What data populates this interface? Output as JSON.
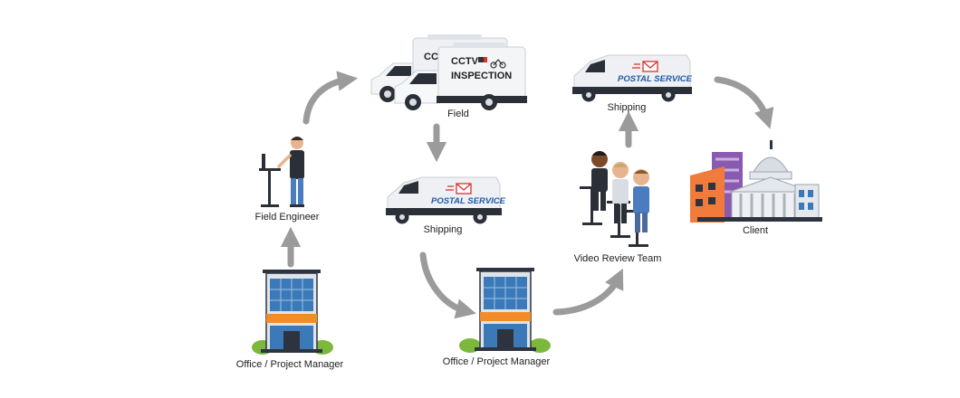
{
  "nodes": {
    "field": {
      "label": "Field",
      "vehicle_text_line1": "CCTV",
      "vehicle_text_line2": "INSPECTION",
      "vehicle_text_back": "CCT"
    },
    "shipping_center": {
      "label": "Shipping",
      "van_text": "POSTAL SERVICE"
    },
    "shipping_right": {
      "label": "Shipping",
      "van_text": "POSTAL SERVICE"
    },
    "field_engineer": {
      "label": "Field Engineer"
    },
    "office_left": {
      "label": "Office / Project Manager"
    },
    "office_center": {
      "label": "Office / Project Manager"
    },
    "video_review": {
      "label": "Video Review Team"
    },
    "client": {
      "label": "Client"
    }
  },
  "colors": {
    "arrow": "#9b9b9b",
    "van_body": "#eef0f3",
    "van_dark": "#2b2f38",
    "postal_blue": "#1f5aa6",
    "postal_red": "#d8322c",
    "building_glass": "#3c79b8",
    "building_orange": "#f28c28",
    "building_frame": "#2d3440",
    "bush": "#7cb83c",
    "client_orange": "#f07b3a",
    "client_purple": "#8a5ab0",
    "client_dome": "#d8dde4"
  }
}
